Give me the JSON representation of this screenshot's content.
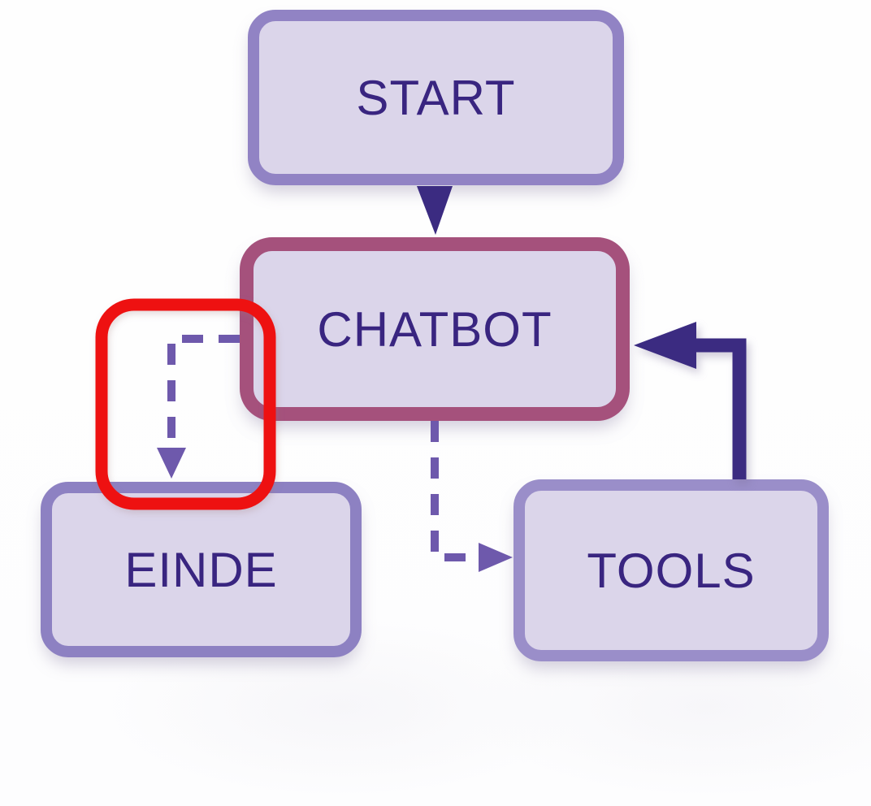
{
  "colors": {
    "background": "#fdfdfe",
    "node_fill": "#dbd5ea",
    "node_border_purple": "#9183c4",
    "einde_border": "#8d81c2",
    "tools_border": "#9a8ec9",
    "chatbot_border_highlight": "#a5517c",
    "node_text": "#392580",
    "arrow_solid": "#3b2b81",
    "arrow_dashed": "#6e59ac",
    "red_highlight": "#ee1111"
  },
  "diagram": {
    "type": "flowchart",
    "nodes": [
      {
        "id": "start",
        "label": "START"
      },
      {
        "id": "chatbot",
        "label": "CHATBOT",
        "highlighted_border": true
      },
      {
        "id": "einde",
        "label": "EINDE"
      },
      {
        "id": "tools",
        "label": "TOOLS"
      }
    ],
    "edges": [
      {
        "from": "start",
        "to": "chatbot",
        "style": "solid"
      },
      {
        "from": "chatbot",
        "to": "einde",
        "style": "dashed",
        "note": "enclosed by red highlight rectangle"
      },
      {
        "from": "chatbot",
        "to": "tools",
        "style": "dashed"
      },
      {
        "from": "tools",
        "to": "chatbot",
        "style": "solid"
      }
    ],
    "annotations": [
      {
        "type": "highlight-rectangle",
        "color": "#ee1111",
        "target": "chatbot-to-einde-edge"
      }
    ]
  }
}
